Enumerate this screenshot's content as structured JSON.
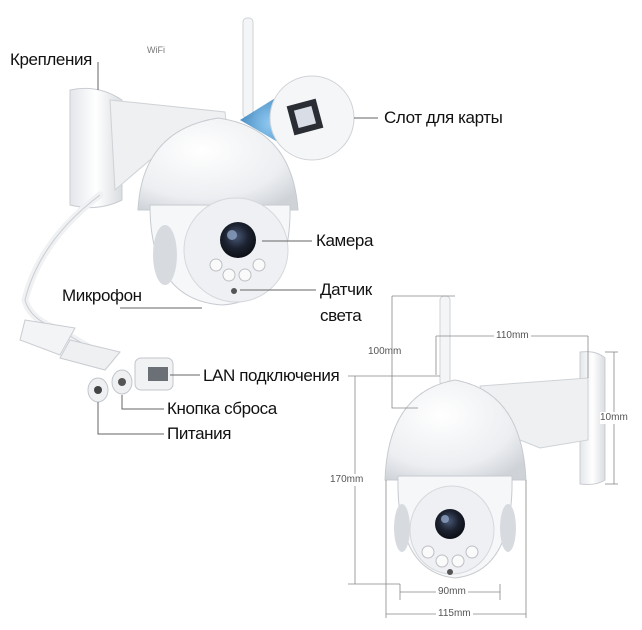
{
  "labels": {
    "mounts": "Крепления",
    "card_slot": "Слот для карты",
    "camera": "Камера",
    "light_sensor_line1": "Датчик",
    "light_sensor_line2": "света",
    "microphone": "Микрофон",
    "lan": "LAN подключения",
    "reset_button": "Кнопка сброса",
    "power": "Питания",
    "wifi": "WiFi"
  },
  "dimensions": {
    "antenna_height": "100mm",
    "arm_length": "110mm",
    "mount_width": "10mm",
    "total_height": "170mm",
    "lens_width": "90mm",
    "body_width": "115mm"
  },
  "colors": {
    "body": "#f2f3f5",
    "lens": "#1c2230",
    "accent": "#2f87c8"
  }
}
